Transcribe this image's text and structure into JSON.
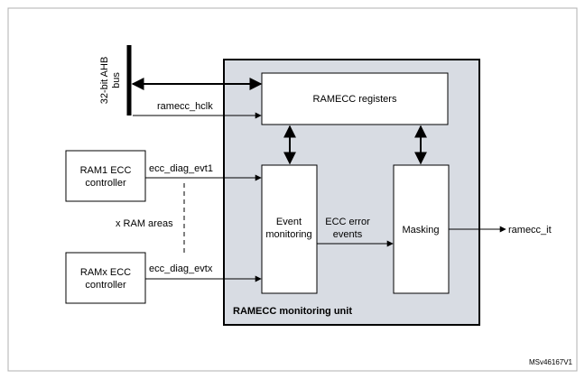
{
  "diagram": {
    "unit_title": "RAMECC monitoring unit",
    "bus_label_line1": "32-bit AHB",
    "bus_label_line2": "bus",
    "clock_signal": "ramecc_hclk",
    "registers_label": "RAMECC registers",
    "event_monitoring_line1": "Event",
    "event_monitoring_line2": "monitoring",
    "ecc_error_line1": "ECC error",
    "ecc_error_line2": "events",
    "masking_label": "Masking",
    "output_signal": "ramecc_it",
    "ram1_line1": "RAM1 ECC",
    "ram1_line2": "controller",
    "ramx_line1": "RAMx ECC",
    "ramx_line2": "controller",
    "evt1_signal": "ecc_diag_evt1",
    "evtx_signal": "ecc_diag_evtx",
    "ram_areas": "x RAM areas",
    "figure_id": "MSv46167V1"
  },
  "colors": {
    "unit_fill": "#d8dce3",
    "stroke": "#000000",
    "border": "#b0b0b0"
  }
}
